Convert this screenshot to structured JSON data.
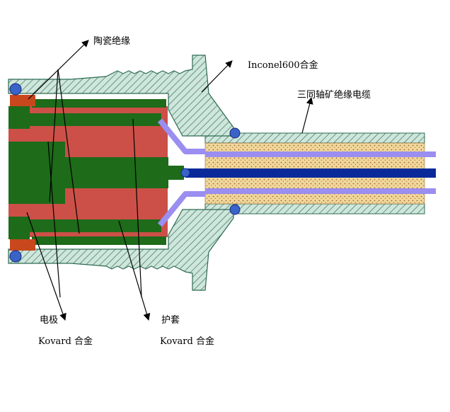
{
  "labels": {
    "ceramic_insulation": "陶瓷绝缘",
    "inconel_alloy": "Inconel600合金",
    "triaxial_cable": "三同轴矿绝缘电缆",
    "electrode": "电极",
    "electrode_material": "Kovard 合金",
    "sheath": "护套",
    "sheath_material": "Kovard 合金"
  },
  "colors": {
    "hatch_fill": "#cfe6dc",
    "hatch_line": "#2d6b52",
    "dark_green": "#1e6b1a",
    "salmon_red": "#cc5048",
    "orange_seal": "#c8471c",
    "blue_seal": "#3a63c8",
    "conductor_blue": "#0a2a9a",
    "lavender": "#9a8ef0",
    "mineral_fill": "#f0d89a",
    "mineral_dots": "#a0603a"
  }
}
